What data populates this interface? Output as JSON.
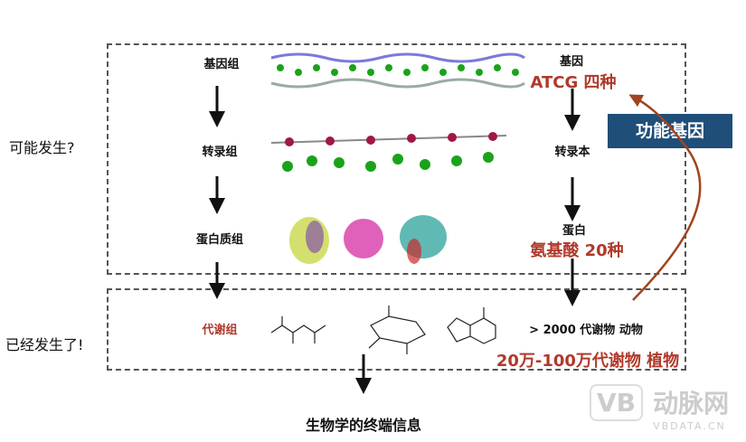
{
  "side_labels": {
    "possible": "可能发生?",
    "happened": "已经发生了!"
  },
  "left_column": {
    "genome": "基因组",
    "transcriptome": "转录组",
    "proteome": "蛋白质组",
    "metabolome": "代谢组"
  },
  "right_column": {
    "gene": "基因",
    "gene_note": "ATCG 四种",
    "transcript": "转录本",
    "protein": "蛋白",
    "protein_note": "氨基酸 20种",
    "animal_metabolites": "> 2000 代谢物 动物",
    "plant_metabolites": "20万-100万代谢物  植物"
  },
  "callout": {
    "label": "功能基因",
    "bg": "#1f4e79"
  },
  "footer": "生物学的终端信息",
  "watermark": {
    "logo": "VB",
    "cn": "动脉网",
    "url": "VBDATA.CN"
  },
  "colors": {
    "accent_red": "#b0392b",
    "arrow_brown": "#a0441f"
  }
}
